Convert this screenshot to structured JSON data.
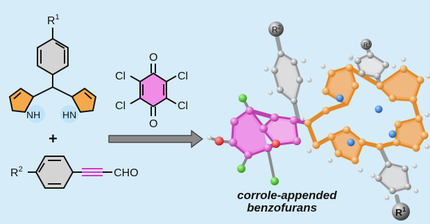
{
  "labels": {
    "r1_top": "R",
    "r1_sup": "1",
    "nh_left": "NH",
    "hn_right": "HN",
    "plus": "+",
    "r2": "R",
    "r2_sup": "2",
    "cho": "CHO",
    "quinone_cl_tl": "Cl",
    "quinone_cl_tr": "Cl",
    "quinone_cl_bl": "Cl",
    "quinone_cl_br": "Cl",
    "quinone_o_top": "O",
    "quinone_o_bottom": "O",
    "ball_r2": "R",
    "ball_r2_sup": "2",
    "ball_r1_top": "R",
    "ball_r1_top_sup": "1",
    "ball_r1_bottom": "R",
    "ball_r1_bottom_sup": "1"
  },
  "caption": {
    "line1": "corrole-appended",
    "line2": "benzofurans"
  },
  "colors": {
    "background": "#d6ecf8",
    "pink": "#f08ce6",
    "orange": "#f5a94a",
    "nh_highlight": "#bfe3fb",
    "arrow": "#8a8a8a",
    "alkyne": "#e030c8"
  }
}
